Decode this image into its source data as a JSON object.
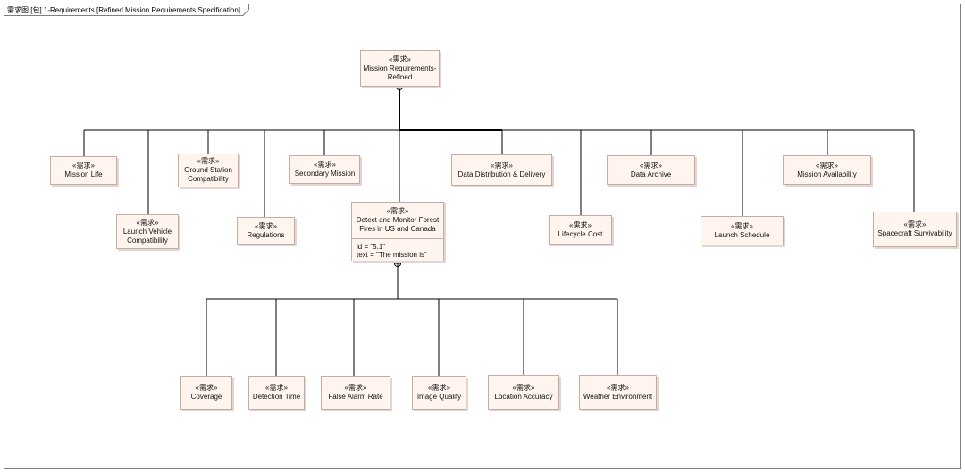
{
  "diagram": {
    "tab_title": "需求图 [包] 1-Requirements [Refined Mission Requirements Specification]"
  },
  "stereotype": "«需求»",
  "nodes": {
    "root": {
      "name": "Mission Requirements-\nRefined"
    },
    "mission_life": {
      "name": "Mission Life"
    },
    "launch_vehicle": {
      "name": "Launch Vehicle\nCompatibility"
    },
    "ground_station": {
      "name": "Ground Station\nCompatibility"
    },
    "regulations": {
      "name": "Regulations"
    },
    "secondary_mission": {
      "name": "Secondary Mission"
    },
    "detect_monitor": {
      "name": "Detect and Monitor Forest\nFires in US and Canada",
      "id_text": "id = \"5.1\"",
      "text_text": "text = \"The mission is\""
    },
    "data_distribution": {
      "name": "Data Distribution & Delivery"
    },
    "lifecycle_cost": {
      "name": "Lifecycle Cost"
    },
    "data_archive": {
      "name": "Data Archive"
    },
    "launch_schedule": {
      "name": "Launch Schedule"
    },
    "mission_availability": {
      "name": "Mission Availability"
    },
    "spacecraft_survivability": {
      "name": "Spacecraft Survivability"
    },
    "coverage": {
      "name": "Coverage"
    },
    "detection_time": {
      "name": "Detection Time"
    },
    "false_alarm_rate": {
      "name": "False Alarm Rate"
    },
    "image_quality": {
      "name": "Image Quality"
    },
    "location_accuracy": {
      "name": "Location Accuracy"
    },
    "weather_environment": {
      "name": "Weather Environment"
    }
  }
}
